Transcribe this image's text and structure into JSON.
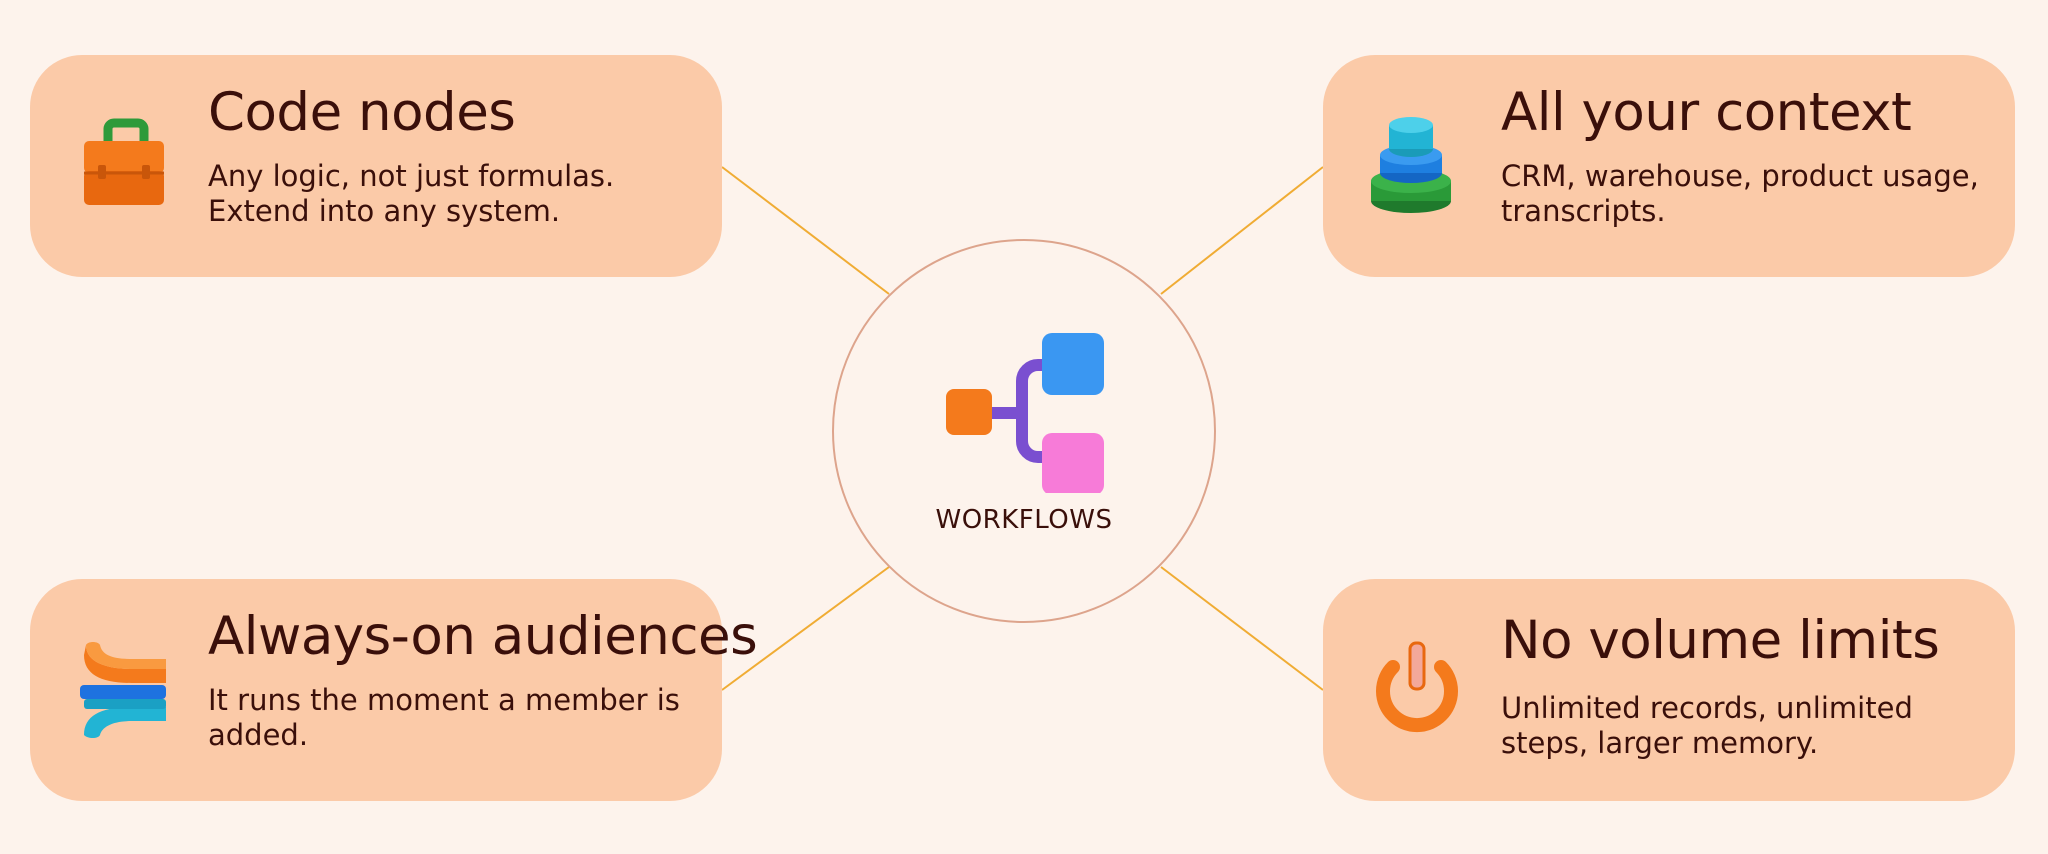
{
  "hub": {
    "label": "WORKFLOWS",
    "icon": "workflow-icon"
  },
  "cards": {
    "top_left": {
      "title": "Code nodes",
      "description": "Any logic, not just formulas. Extend into any system.",
      "icon": "toolbox-icon"
    },
    "top_right": {
      "title": "All your context",
      "description": "CRM, warehouse, product usage, transcripts.",
      "icon": "stacked-database-icon"
    },
    "bottom_left": {
      "title": "Always-on audiences",
      "description": "It runs the moment a member is added.",
      "icon": "merge-layers-icon"
    },
    "bottom_right": {
      "title": "No volume limits",
      "description": "Unlimited records, unlimited steps, larger memory.",
      "icon": "power-icon"
    }
  },
  "colors": {
    "background": "#fdf3ec",
    "card": "#fbcaa8",
    "connector": "#f0ac34",
    "hub_border": "#dda48c",
    "text": "#3a0f0a"
  }
}
